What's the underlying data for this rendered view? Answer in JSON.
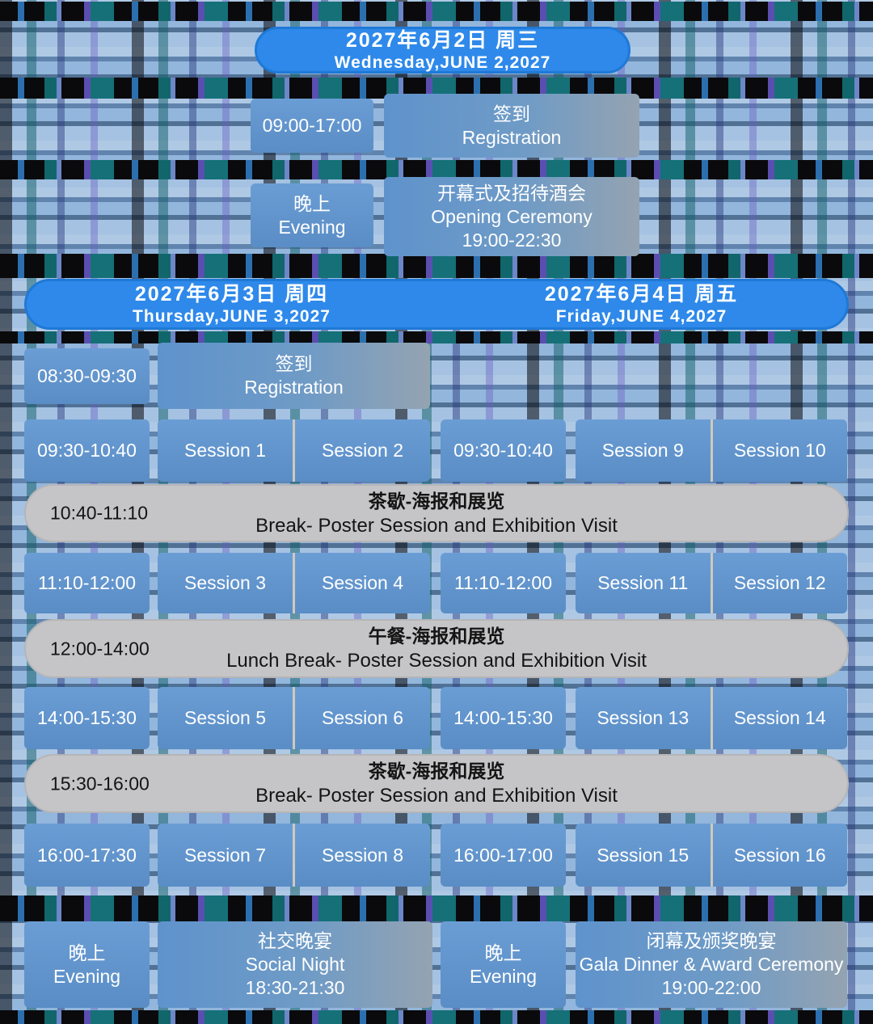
{
  "colors": {
    "header_blue": "#2e89ea",
    "cell_blue": "#5f95ce",
    "break_gray": "#c5c5c7"
  },
  "wednesday": {
    "title_zh": "2027年6月2日 周三",
    "title_en": "Wednesday,JUNE 2,2027",
    "registration_time": "09:00-17:00",
    "registration_zh": "签到",
    "registration_en": "Registration",
    "evening_zh": "晚上",
    "evening_en": "Evening",
    "opening_zh": "开幕式及招待酒会",
    "opening_en": "Opening Ceremony",
    "opening_time": "19:00-22:30"
  },
  "thursday": {
    "title_zh": "2027年6月3日 周四",
    "title_en": "Thursday,JUNE 3,2027"
  },
  "friday": {
    "title_zh": "2027年6月4日 周五",
    "title_en": "Friday,JUNE 4,2027"
  },
  "registration": {
    "time": "08:30-09:30",
    "zh": "签到",
    "en": "Registration"
  },
  "session_rows": [
    {
      "thu_time": "09:30-10:40",
      "thu_a": "Session 1",
      "thu_b": "Session 2",
      "fri_time": "09:30-10:40",
      "fri_a": "Session 9",
      "fri_b": "Session 10"
    },
    {
      "thu_time": "11:10-12:00",
      "thu_a": "Session 3",
      "thu_b": "Session 4",
      "fri_time": "11:10-12:00",
      "fri_a": "Session 11",
      "fri_b": "Session 12"
    },
    {
      "thu_time": "14:00-15:30",
      "thu_a": "Session 5",
      "thu_b": "Session 6",
      "fri_time": "14:00-15:30",
      "fri_a": "Session 13",
      "fri_b": "Session 14"
    },
    {
      "thu_time": "16:00-17:30",
      "thu_a": "Session 7",
      "thu_b": "Session 8",
      "fri_time": "16:00-17:00",
      "fri_a": "Session 15",
      "fri_b": "Session 16"
    }
  ],
  "breaks": [
    {
      "time": "10:40-11:10",
      "zh": "茶歇-海报和展览",
      "en": "Break- Poster Session and Exhibition Visit"
    },
    {
      "time": "12:00-14:00",
      "zh": "午餐-海报和展览",
      "en": "Lunch Break- Poster Session and Exhibition Visit"
    },
    {
      "time": "15:30-16:00",
      "zh": "茶歇-海报和展览",
      "en": "Break- Poster Session and Exhibition Visit"
    }
  ],
  "evening": {
    "thu_label_zh": "晚上",
    "thu_label_en": "Evening",
    "thu_zh": "社交晚宴",
    "thu_en": "Social Night",
    "thu_time": "18:30-21:30",
    "fri_label_zh": "晚上",
    "fri_label_en": "Evening",
    "fri_zh": "闭幕及颁奖晚宴",
    "fri_en": "Gala Dinner & Award Ceremony",
    "fri_time": "19:00-22:00"
  }
}
